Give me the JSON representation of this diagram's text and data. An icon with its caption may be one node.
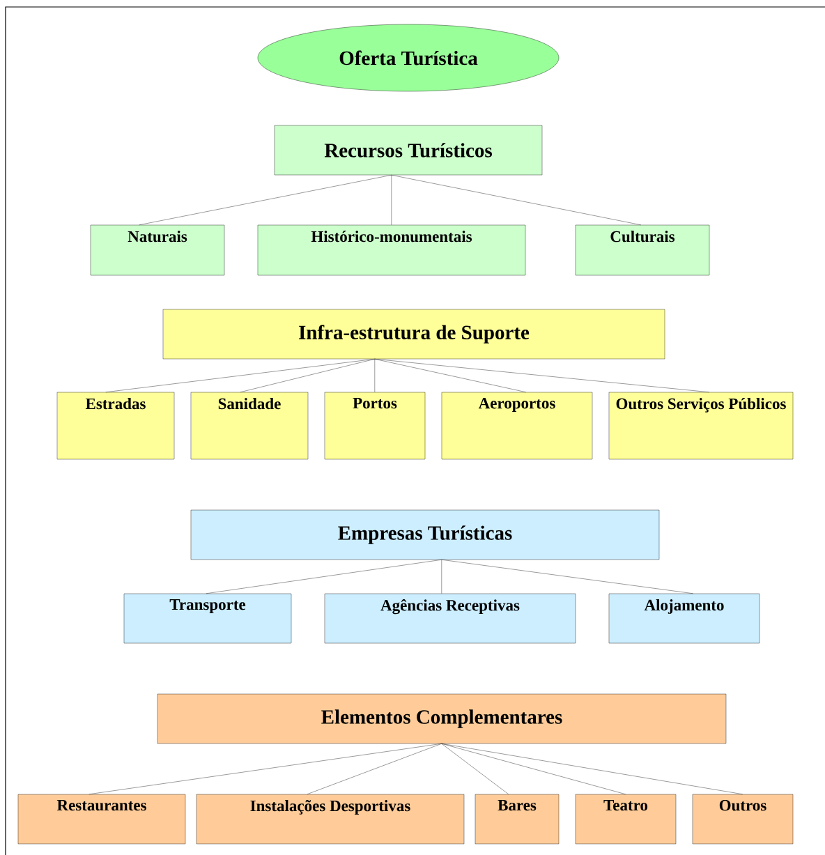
{
  "diagram": {
    "nodes": [
      {
        "text": [
          "Oferta Turística"
        ]
      },
      {
        "text": [
          "Recursos Turísticos"
        ]
      },
      {
        "text": [
          "Naturais"
        ]
      },
      {
        "text": [
          "Histórico-monumentais"
        ]
      },
      {
        "text": [
          "Culturais"
        ]
      },
      {
        "text": [
          "Infra-estrutura de Suporte"
        ]
      },
      {
        "text": [
          "Estradas"
        ]
      },
      {
        "text": [
          "Sanidade"
        ]
      },
      {
        "text": [
          "Portos"
        ]
      },
      {
        "text": [
          "Aeroportos"
        ]
      },
      {
        "text": [
          "Outros Serviços Públicos"
        ]
      },
      {
        "text": [
          "Empresas Turísticas"
        ]
      },
      {
        "text": [
          "Transporte"
        ]
      },
      {
        "text": [
          "Agências Receptivas"
        ]
      },
      {
        "text": [
          "Alojamento"
        ]
      },
      {
        "text": [
          "Elementos Complementares"
        ]
      },
      {
        "text": [
          "Restaurantes"
        ]
      },
      {
        "text": [
          "Instalações Desportivas"
        ]
      },
      {
        "text": [
          "Bares"
        ]
      },
      {
        "text": [
          "Teatro"
        ]
      },
      {
        "text": [
          "Outros"
        ]
      }
    ],
    "edges": [
      {
        "from": 1,
        "to": 2,
        "arrow": "none"
      },
      {
        "from": 1,
        "to": 3,
        "arrow": "none"
      },
      {
        "from": 1,
        "to": 4,
        "arrow": "none"
      },
      {
        "from": 5,
        "to": 6,
        "arrow": "none"
      },
      {
        "from": 5,
        "to": 7,
        "arrow": "none"
      },
      {
        "from": 5,
        "to": 8,
        "arrow": "none"
      },
      {
        "from": 5,
        "to": 9,
        "arrow": "none"
      },
      {
        "from": 5,
        "to": 10,
        "arrow": "none"
      },
      {
        "from": 11,
        "to": 12,
        "arrow": "none"
      },
      {
        "from": 11,
        "to": 13,
        "arrow": "none"
      },
      {
        "from": 11,
        "to": 14,
        "arrow": "none"
      },
      {
        "from": 15,
        "to": 16,
        "arrow": "none"
      },
      {
        "from": 15,
        "to": 17,
        "arrow": "none"
      },
      {
        "from": 15,
        "to": 18,
        "arrow": "none"
      },
      {
        "from": 15,
        "to": 19,
        "arrow": "none"
      },
      {
        "from": 15,
        "to": 20,
        "arrow": "none"
      }
    ]
  }
}
